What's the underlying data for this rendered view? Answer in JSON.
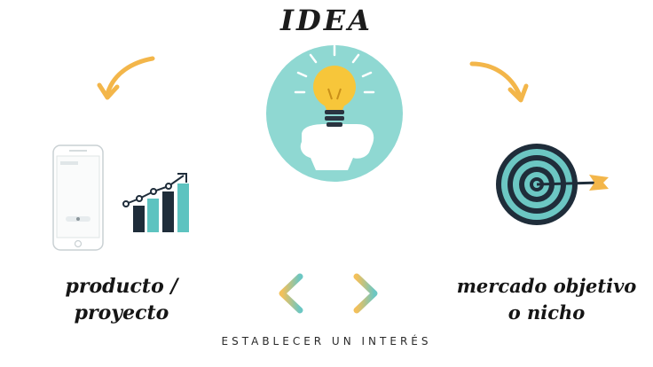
{
  "title": "IDEA",
  "left_label": {
    "line1": "producto /",
    "line2": "proyecto"
  },
  "right_label": {
    "line1": "mercado objetivo",
    "line2": "o nicho"
  },
  "caption": "ESTABLECER UN INTERÉS",
  "colors": {
    "circle": "#8fd8d2",
    "bulb": "#f7c63a",
    "arrow_orange": "#f3b64a",
    "teal": "#6cc7c3",
    "dark": "#1f2d3a",
    "chart_teal": "#5dc3c0"
  }
}
